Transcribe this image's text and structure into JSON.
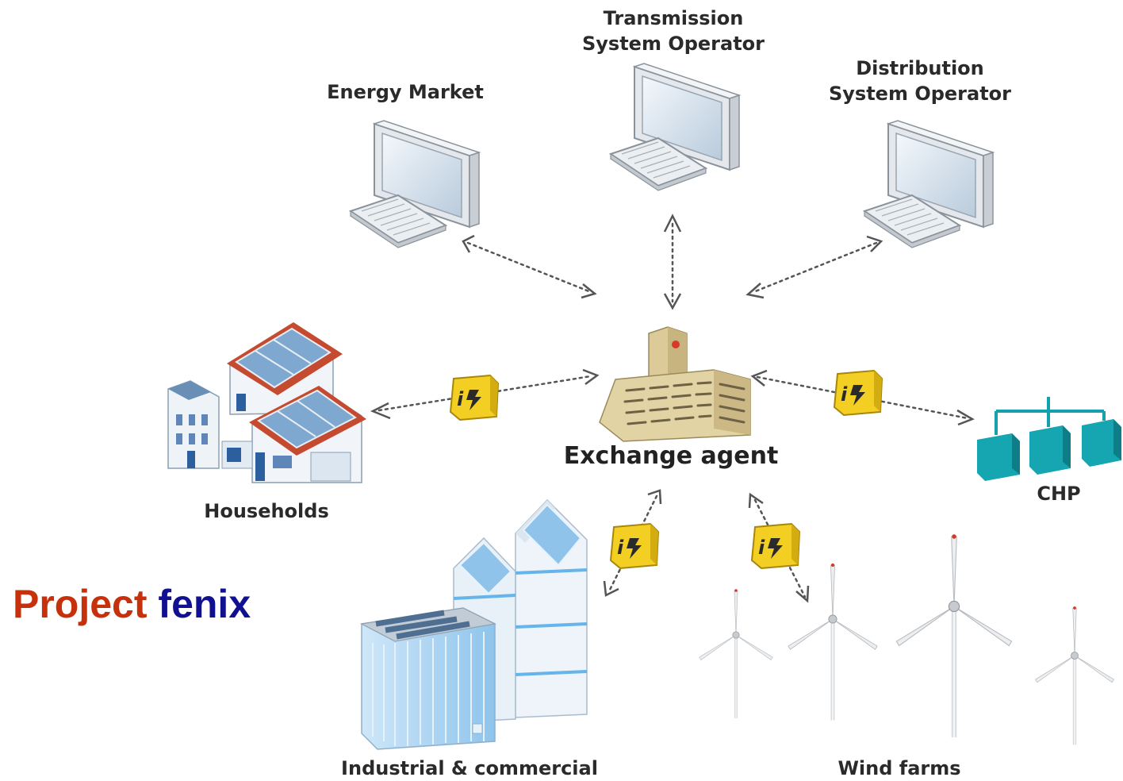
{
  "title": {
    "word1": "Project",
    "word2": "fenix",
    "color1": "#c6310b",
    "color2": "#101090"
  },
  "center": {
    "label": "Exchange agent",
    "icon": "exchange-agent-building-icon"
  },
  "operators": {
    "energy_market": {
      "label": "Energy Market",
      "icon": "computer-icon"
    },
    "tso": {
      "line1": "Transmission",
      "line2": "System Operator",
      "icon": "computer-icon"
    },
    "dso": {
      "line1": "Distribution",
      "line2": "System Operator",
      "icon": "computer-icon"
    }
  },
  "participants": {
    "households": {
      "label": "Households",
      "icon": "houses-solar-icon"
    },
    "chp": {
      "label": "CHP",
      "icon": "chp-icon"
    },
    "industrial": {
      "label": "Industrial & commercial",
      "icon": "industrial-buildings-icon"
    },
    "wind": {
      "label": "Wind farms",
      "icon": "wind-turbines-icon"
    }
  },
  "interface_badge": {
    "text": "i⚡",
    "icon": "interface-badge-icon",
    "color": "#f0cc1c"
  },
  "colors": {
    "connector": "#555555",
    "chp": "#14a0ac",
    "glass": "#a9d4f2",
    "roof": "#c44a30",
    "agent": "#dccb98"
  }
}
